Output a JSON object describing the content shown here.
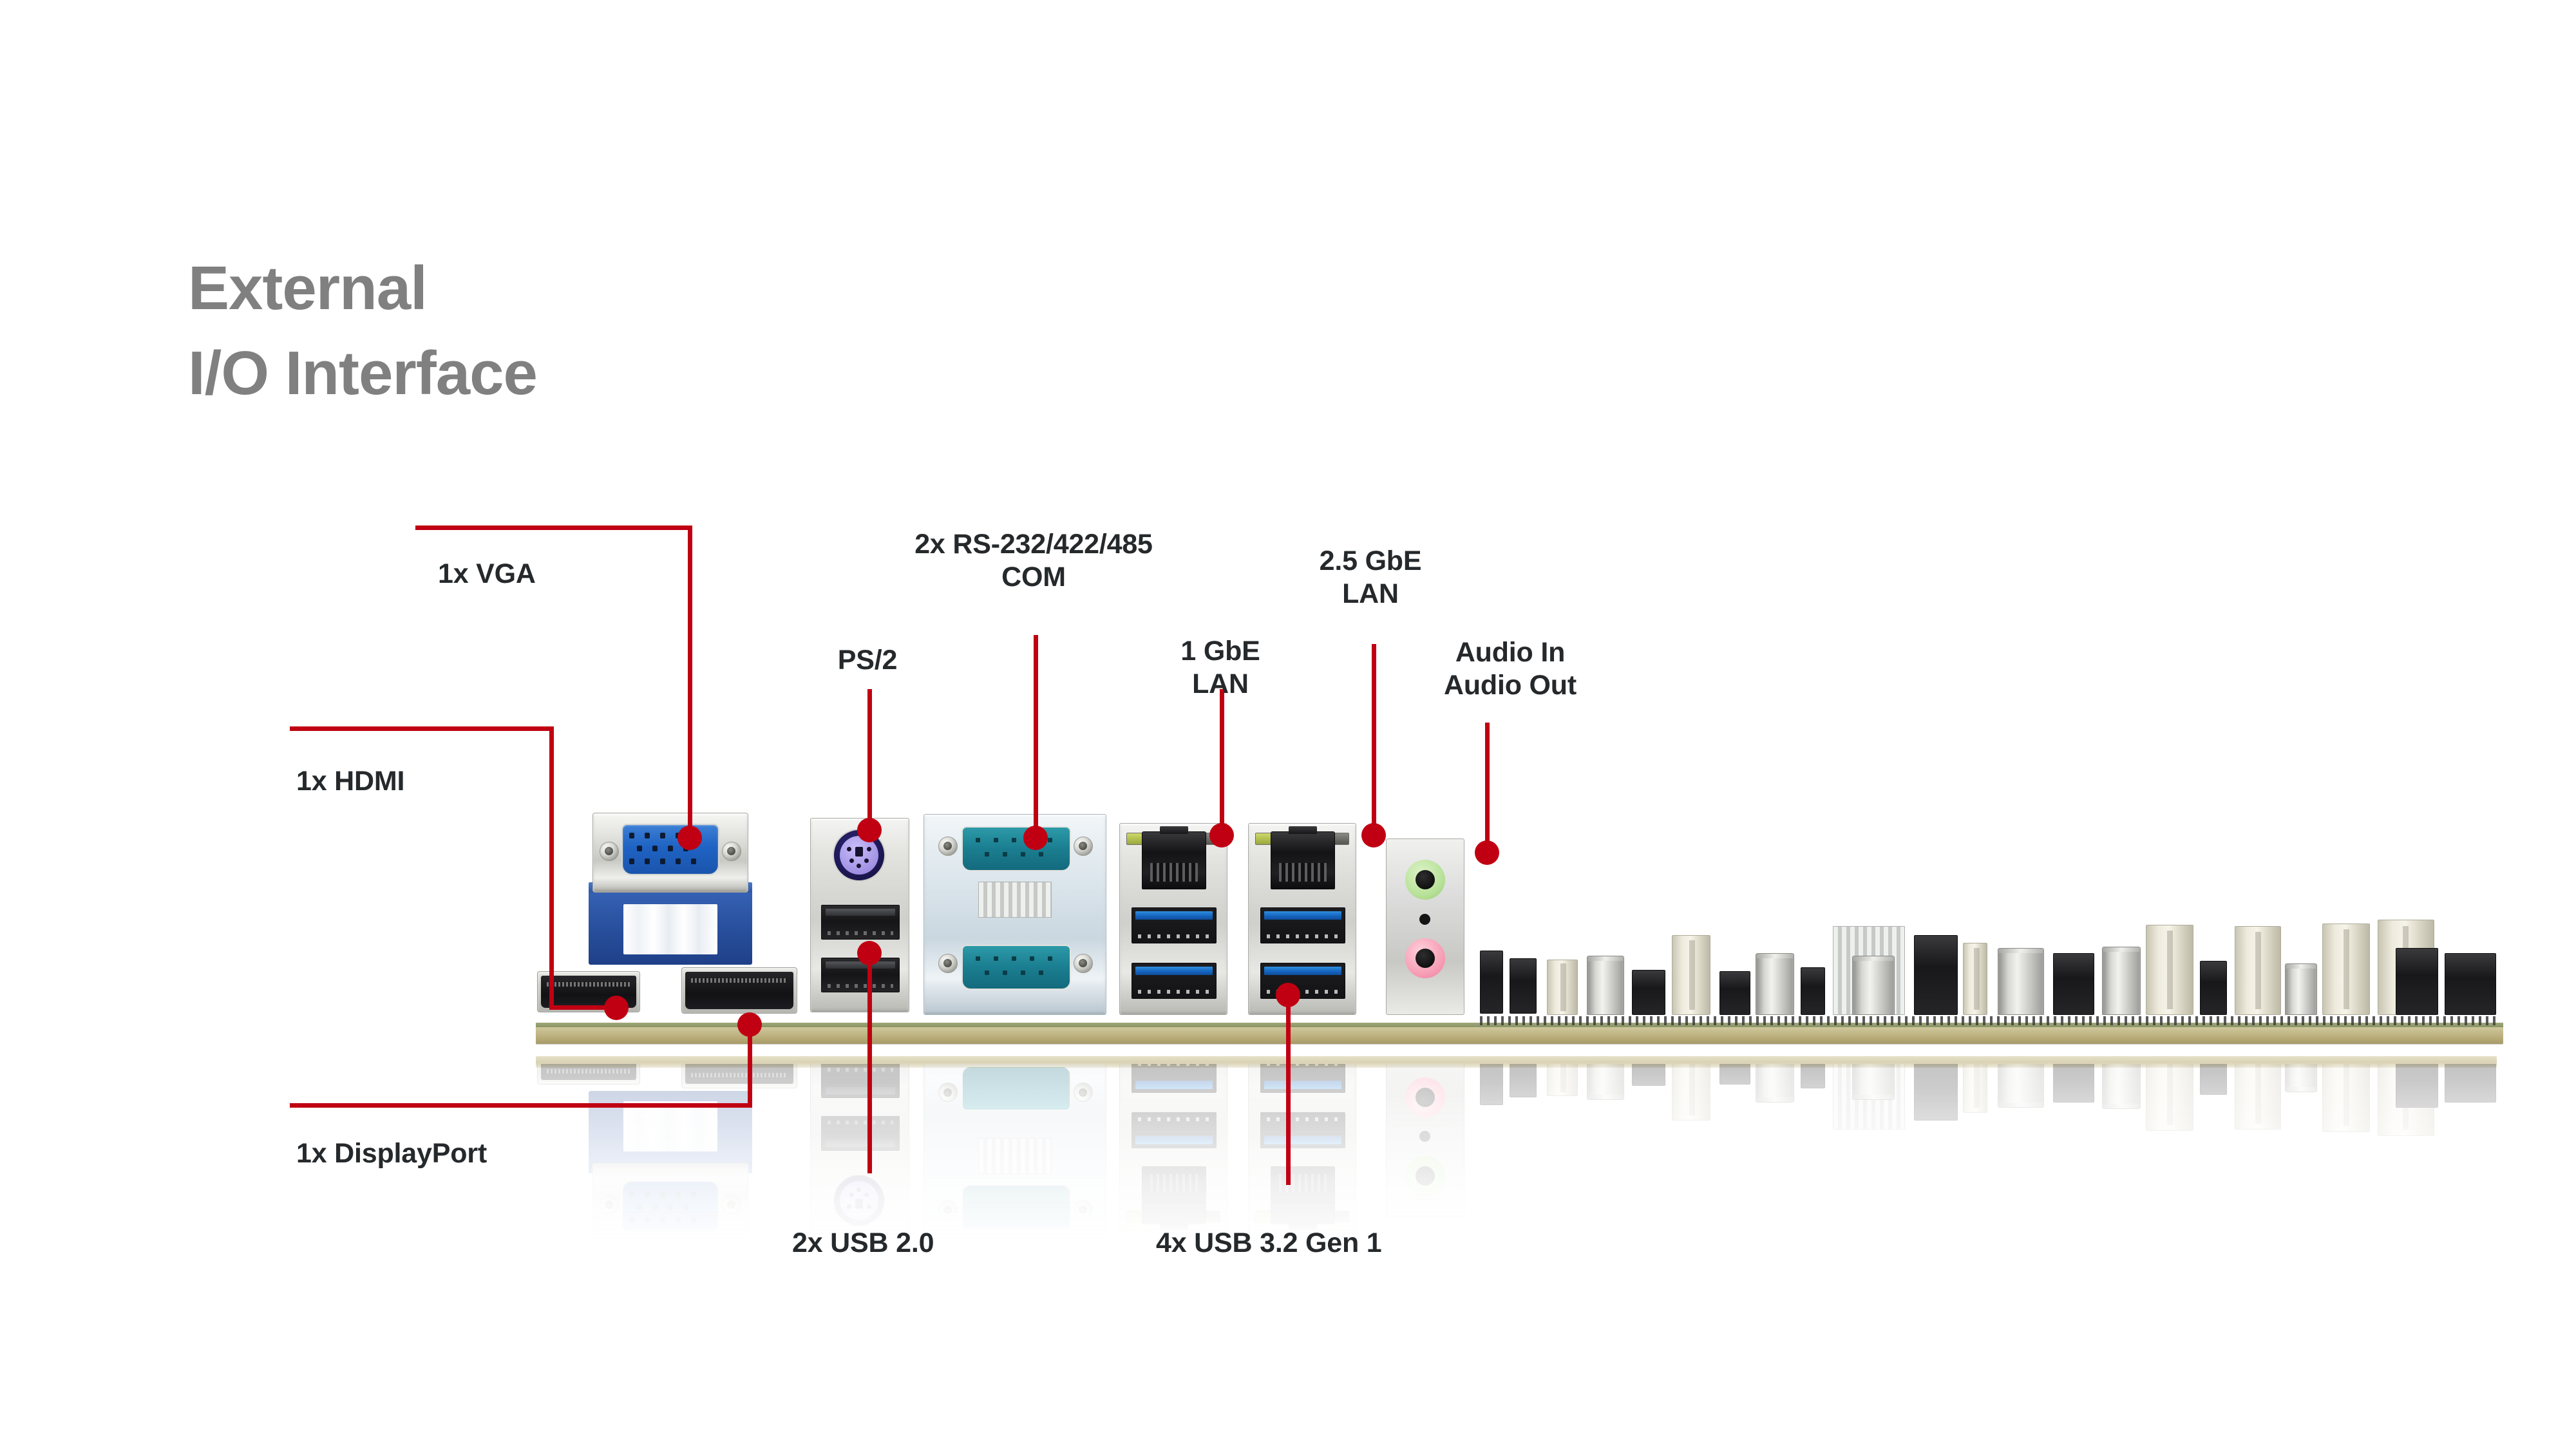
{
  "page": {
    "title": "External\nI/O Interface",
    "title_color": "#808080",
    "callout_color": "#C00012",
    "label_color": "#25292B",
    "background": "#FFFFFF"
  },
  "callouts": [
    {
      "id": "vga",
      "label": "1x VGA"
    },
    {
      "id": "hdmi",
      "label": "1x HDMI"
    },
    {
      "id": "displayport",
      "label": "1x DisplayPort"
    },
    {
      "id": "ps2",
      "label": "PS/2"
    },
    {
      "id": "com",
      "label": "2x RS-232/422/485\nCOM"
    },
    {
      "id": "lan1g",
      "label": "1 GbE\nLAN"
    },
    {
      "id": "lan25g",
      "label": "2.5 GbE\nLAN"
    },
    {
      "id": "audio",
      "label": "Audio In\nAudio Out"
    },
    {
      "id": "usb2",
      "label": "2x USB 2.0"
    },
    {
      "id": "usb3",
      "label": "4x USB 3.2 Gen 1"
    }
  ],
  "board": {
    "ports": [
      {
        "name": "vga-port",
        "type": "VGA D-Sub 15-pin",
        "color": "#1F63C4"
      },
      {
        "name": "hdmi-port",
        "type": "HDMI",
        "color": "#121215"
      },
      {
        "name": "displayport-port",
        "type": "DisplayPort",
        "color": "#121215"
      },
      {
        "name": "ps2-port",
        "type": "PS/2 Mini-DIN 6",
        "color": "#A99AE8"
      },
      {
        "name": "usb2-port-upper",
        "type": "USB 2.0 Type-A",
        "color": "#151517"
      },
      {
        "name": "usb2-port-lower",
        "type": "USB 2.0 Type-A",
        "color": "#151517"
      },
      {
        "name": "com-port-upper",
        "type": "DB9 Serial",
        "color": "#1B7F91"
      },
      {
        "name": "com-port-lower",
        "type": "DB9 Serial",
        "color": "#1B7F91"
      },
      {
        "name": "lan-port-1gbe",
        "type": "RJ45",
        "color": "#141416"
      },
      {
        "name": "usb3-port-1",
        "type": "USB 3.2 Gen 1 Type-A",
        "color": "#1565C0"
      },
      {
        "name": "usb3-port-2",
        "type": "USB 3.2 Gen 1 Type-A",
        "color": "#1565C0"
      },
      {
        "name": "lan-port-25gbe",
        "type": "RJ45",
        "color": "#141416"
      },
      {
        "name": "usb3-port-3",
        "type": "USB 3.2 Gen 1 Type-A",
        "color": "#1565C0"
      },
      {
        "name": "usb3-port-4",
        "type": "USB 3.2 Gen 1 Type-A",
        "color": "#1565C0"
      },
      {
        "name": "audio-jack-line-out",
        "type": "3.5mm Line Out",
        "color": "#B9E29A"
      },
      {
        "name": "audio-jack-line-in",
        "type": "3.5mm Line In",
        "color": "#F79FB6"
      }
    ],
    "pcb_color": "#C3B98A"
  }
}
